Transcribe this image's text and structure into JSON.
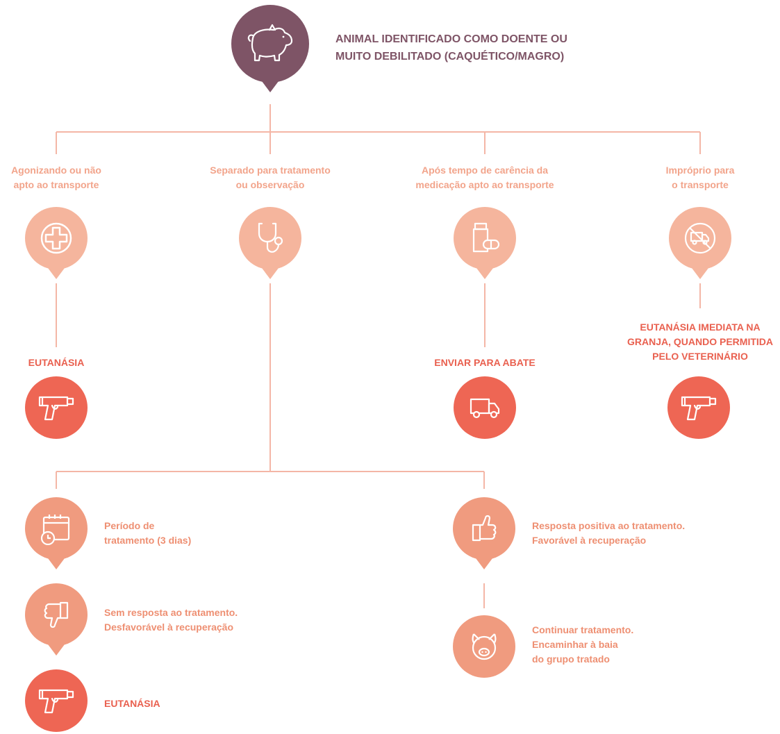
{
  "colors": {
    "root": "#7e5466",
    "pale": "#f5b59d",
    "mid": "#f09b7f",
    "red": "#ee6654",
    "line": "#f4b6a6"
  },
  "root": {
    "icon": "pig-icon",
    "label_lines": [
      "ANIMAL IDENTIFICADO COMO DOENTE OU",
      "MUITO DEBILITADO (CAQUÉTICO/MAGRO)"
    ]
  },
  "branches": [
    {
      "label_lines": [
        "Agonizando ou não",
        "apto ao transporte"
      ],
      "icon": "medical-cross-icon",
      "outcome": {
        "label_lines": [
          "EUTANÁSIA"
        ],
        "icon": "captive-bolt-gun-icon"
      }
    },
    {
      "label_lines": [
        "Separado para tratamento",
        "ou observação"
      ],
      "icon": "stethoscope-icon"
    },
    {
      "label_lines": [
        "Após tempo de carência da",
        "medicação apto ao transporte"
      ],
      "icon": "medication-icon",
      "outcome": {
        "label_lines": [
          "ENVIAR PARA ABATE"
        ],
        "icon": "truck-icon"
      }
    },
    {
      "label_lines": [
        "Impróprio para",
        "o transporte"
      ],
      "icon": "no-truck-icon",
      "outcome": {
        "label_lines": [
          "EUTANÁSIA IMEDIATA NA",
          "GRANJA, QUANDO PERMITIDA",
          "PELO VETERINÁRIO"
        ],
        "icon": "captive-bolt-gun-icon"
      }
    }
  ],
  "treatment": {
    "left": [
      {
        "label_lines": [
          "Período de",
          "tratamento (3 dias)"
        ],
        "icon": "calendar-clock-icon"
      },
      {
        "label_lines": [
          "Sem resposta ao tratamento.",
          "Desfavorável à recuperação"
        ],
        "icon": "thumbs-down-icon"
      },
      {
        "label_lines": [
          "EUTANÁSIA"
        ],
        "icon": "captive-bolt-gun-icon"
      }
    ],
    "right": [
      {
        "label_lines": [
          "Resposta positiva ao tratamento.",
          "Favorável à recuperação"
        ],
        "icon": "thumbs-up-icon"
      },
      {
        "label_lines": [
          "Continuar tratamento.",
          "Encaminhar à baia",
          "do grupo tratado"
        ],
        "icon": "pig-face-icon"
      }
    ]
  }
}
